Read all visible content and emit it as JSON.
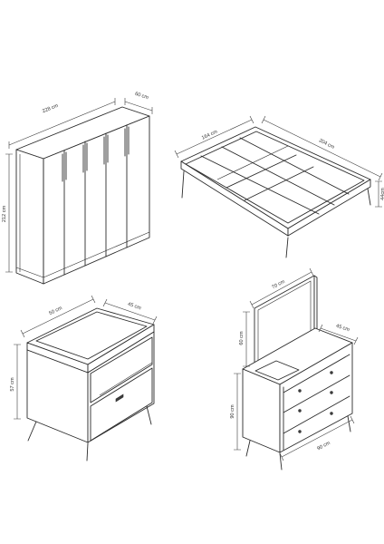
{
  "wardrobe": {
    "width": "228 cm",
    "depth": "60 cm",
    "height": "212 cm"
  },
  "bed": {
    "width": "164 cm",
    "length": "204 cm",
    "height": "44cm"
  },
  "nightstand": {
    "width": "50 cm",
    "depth": "45 cm",
    "height": "57 cm"
  },
  "dresser": {
    "mirror_width": "70 cm",
    "mirror_height": "60 cm",
    "depth": "45 cm",
    "height": "90 cm",
    "width": "90 cm"
  }
}
